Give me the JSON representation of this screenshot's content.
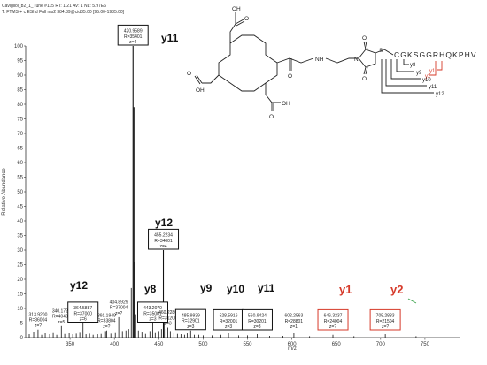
{
  "header": {
    "line1": "Cavigliol_b2_1_Tune #115  RT: 1.21  AV: 1  NL: 5.97E6",
    "line2": "T: FTMS + c ESI d Full ms2 384.39@cid35.00 [95.00-1935.00]"
  },
  "chart_data": {
    "type": "bar",
    "xlabel": "m/z",
    "ylabel": "Relative Abundance",
    "xlim": [
      300,
      790
    ],
    "ylim": [
      0,
      100
    ],
    "xticks": [
      350,
      400,
      450,
      500,
      550,
      600,
      650,
      700,
      750
    ],
    "yticks": [
      0,
      5,
      10,
      15,
      20,
      25,
      30,
      35,
      40,
      45,
      50,
      55,
      60,
      65,
      70,
      75,
      80,
      85,
      90,
      95,
      100
    ],
    "peaks": [
      {
        "mz": 304.0,
        "y": 1.2
      },
      {
        "mz": 309.0,
        "y": 1.8
      },
      {
        "mz": 313.9,
        "y": 2.8
      },
      {
        "mz": 318.0,
        "y": 1.0
      },
      {
        "mz": 322.0,
        "y": 1.5
      },
      {
        "mz": 327.0,
        "y": 1.2
      },
      {
        "mz": 331.0,
        "y": 1.6
      },
      {
        "mz": 335.0,
        "y": 1.0
      },
      {
        "mz": 340.2,
        "y": 4.0
      },
      {
        "mz": 344.0,
        "y": 1.3
      },
      {
        "mz": 349.0,
        "y": 1.5
      },
      {
        "mz": 353.0,
        "y": 1.2
      },
      {
        "mz": 357.0,
        "y": 1.4
      },
      {
        "mz": 361.0,
        "y": 1.7
      },
      {
        "mz": 364.6,
        "y": 5.0
      },
      {
        "mz": 368.0,
        "y": 1.2
      },
      {
        "mz": 372.0,
        "y": 1.4
      },
      {
        "mz": 376.0,
        "y": 1.0
      },
      {
        "mz": 381.0,
        "y": 1.2
      },
      {
        "mz": 385.0,
        "y": 1.3
      },
      {
        "mz": 390.0,
        "y": 2.0
      },
      {
        "mz": 391.2,
        "y": 2.5
      },
      {
        "mz": 396.0,
        "y": 1.4
      },
      {
        "mz": 401.0,
        "y": 1.6
      },
      {
        "mz": 404.9,
        "y": 7.0
      },
      {
        "mz": 409.0,
        "y": 2.0
      },
      {
        "mz": 413.0,
        "y": 2.5
      },
      {
        "mz": 416.0,
        "y": 3.0
      },
      {
        "mz": 419.0,
        "y": 17.0
      },
      {
        "mz": 421.0,
        "y": 100.0
      },
      {
        "mz": 422.0,
        "y": 79.0
      },
      {
        "mz": 423.0,
        "y": 26.0
      },
      {
        "mz": 424.0,
        "y": 8.0
      },
      {
        "mz": 427.0,
        "y": 2.5
      },
      {
        "mz": 431.0,
        "y": 1.8
      },
      {
        "mz": 435.0,
        "y": 1.3
      },
      {
        "mz": 440.0,
        "y": 2.0
      },
      {
        "mz": 443.2,
        "y": 5.0
      },
      {
        "mz": 446.0,
        "y": 1.6
      },
      {
        "mz": 450.0,
        "y": 2.0
      },
      {
        "mz": 453.0,
        "y": 3.0
      },
      {
        "mz": 455.2,
        "y": 30.0
      },
      {
        "mz": 456.0,
        "y": 8.0
      },
      {
        "mz": 458.0,
        "y": 3.0
      },
      {
        "mz": 460.2,
        "y": 3.5
      },
      {
        "mz": 463.0,
        "y": 2.0
      },
      {
        "mz": 467.0,
        "y": 1.5
      },
      {
        "mz": 471.0,
        "y": 1.3
      },
      {
        "mz": 475.0,
        "y": 1.2
      },
      {
        "mz": 479.0,
        "y": 1.0
      },
      {
        "mz": 482.0,
        "y": 1.5
      },
      {
        "mz": 485.9,
        "y": 2.5
      },
      {
        "mz": 490.0,
        "y": 1.0
      },
      {
        "mz": 495.0,
        "y": 1.0
      },
      {
        "mz": 500.0,
        "y": 0.8
      },
      {
        "mz": 510.0,
        "y": 0.8
      },
      {
        "mz": 520.0,
        "y": 1.0
      },
      {
        "mz": 528.6,
        "y": 1.5
      },
      {
        "mz": 540.0,
        "y": 0.8
      },
      {
        "mz": 550.0,
        "y": 0.8
      },
      {
        "mz": 560.9,
        "y": 1.2
      },
      {
        "mz": 575.0,
        "y": 0.6
      },
      {
        "mz": 590.0,
        "y": 0.6
      },
      {
        "mz": 602.3,
        "y": 1.5
      },
      {
        "mz": 620.0,
        "y": 0.5
      },
      {
        "mz": 646.3,
        "y": 1.0
      },
      {
        "mz": 670.0,
        "y": 0.5
      },
      {
        "mz": 705.3,
        "y": 1.2
      },
      {
        "mz": 740.0,
        "y": 0.5
      }
    ],
    "annotations": [
      {
        "mz": 420.9589,
        "y": 100,
        "lines": [
          "420.9589",
          "R=35401",
          "z=4"
        ],
        "boxed": true,
        "box": "black"
      },
      {
        "mz": 455.2234,
        "y": 30,
        "lines": [
          "455.2234",
          "R=34001",
          "z=4"
        ],
        "boxed": true,
        "box": "black"
      },
      {
        "mz": 313.92,
        "y": 2.8,
        "lines": [
          "313.9200",
          "R=36004",
          "z=?"
        ],
        "boxed": false
      },
      {
        "mz": 340.1727,
        "y": 4.0,
        "lines": [
          "340.1727",
          "R=40401",
          "z=5"
        ],
        "boxed": false
      },
      {
        "mz": 364.5887,
        "y": 5.0,
        "lines": [
          "364.5887",
          "R=37000",
          "z=6"
        ],
        "boxed": true,
        "box": "black"
      },
      {
        "mz": 391.1949,
        "y": 2.5,
        "lines": [
          "391.1949",
          "R=33804",
          "z=?"
        ],
        "boxed": false
      },
      {
        "mz": 404.8929,
        "y": 7.0,
        "lines": [
          "404.8929",
          "R=37004",
          "z=?"
        ],
        "boxed": false
      },
      {
        "mz": 443.207,
        "y": 5.0,
        "lines": [
          "443.2070",
          "R=35001",
          "z=3"
        ],
        "boxed": true,
        "box": "black"
      },
      {
        "mz": 460.2286,
        "y": 3.5,
        "lines": [
          "460.2286",
          "R=31200",
          "z=3"
        ],
        "boxed": false
      },
      {
        "mz": 485.9939,
        "y": 2.5,
        "lines": [
          "485.9939",
          "R=32901",
          "z=3"
        ],
        "boxed": true,
        "box": "black"
      },
      {
        "mz": 528.5916,
        "y": 1.5,
        "lines": [
          "528.5916",
          "R=32001",
          "z=3"
        ],
        "boxed": true,
        "box": "black"
      },
      {
        "mz": 560.9424,
        "y": 1.2,
        "lines": [
          "560.9424",
          "R=30201",
          "z=3"
        ],
        "boxed": true,
        "box": "black"
      },
      {
        "mz": 602.2563,
        "y": 1.5,
        "lines": [
          "602.2563",
          "R=28801",
          "z=1"
        ],
        "boxed": false
      },
      {
        "mz": 646.3237,
        "y": 1.0,
        "lines": [
          "646.3237",
          "R=24004",
          "z=?"
        ],
        "boxed": true,
        "box": "red"
      },
      {
        "mz": 705.2833,
        "y": 1.2,
        "lines": [
          "705.2833",
          "R=21504",
          "z=?"
        ],
        "boxed": true,
        "box": "red"
      }
    ],
    "ion_labels": [
      {
        "text": "y11",
        "color": "black"
      },
      {
        "text": "y12",
        "color": "black"
      },
      {
        "text": "y12",
        "color": "black"
      },
      {
        "text": "y8",
        "color": "black"
      },
      {
        "text": "y9",
        "color": "black"
      },
      {
        "text": "y10",
        "color": "black"
      },
      {
        "text": "y11",
        "color": "black"
      },
      {
        "text": "y1",
        "color": "red"
      },
      {
        "text": "y2",
        "color": "red"
      }
    ]
  },
  "structure": {
    "cooh_label": "OH",
    "carbonyl_label": "O",
    "nh_label": "NH",
    "n_label": "N",
    "s_label": "S",
    "sequence": "CGKSGGRHQKPHV",
    "fragments": [
      {
        "label": "y1",
        "color": "red"
      },
      {
        "label": "y2",
        "color": "red"
      },
      {
        "label": "y8",
        "color": "black"
      },
      {
        "label": "y9",
        "color": "black"
      },
      {
        "label": "y10",
        "color": "black"
      },
      {
        "label": "y11",
        "color": "black"
      },
      {
        "label": "y12",
        "color": "black"
      }
    ]
  },
  "colors": {
    "peak": "#111111",
    "axis": "#333333",
    "box_black": "#111111",
    "box_red": "#d63a2a",
    "pointer": "#3aa24a"
  }
}
